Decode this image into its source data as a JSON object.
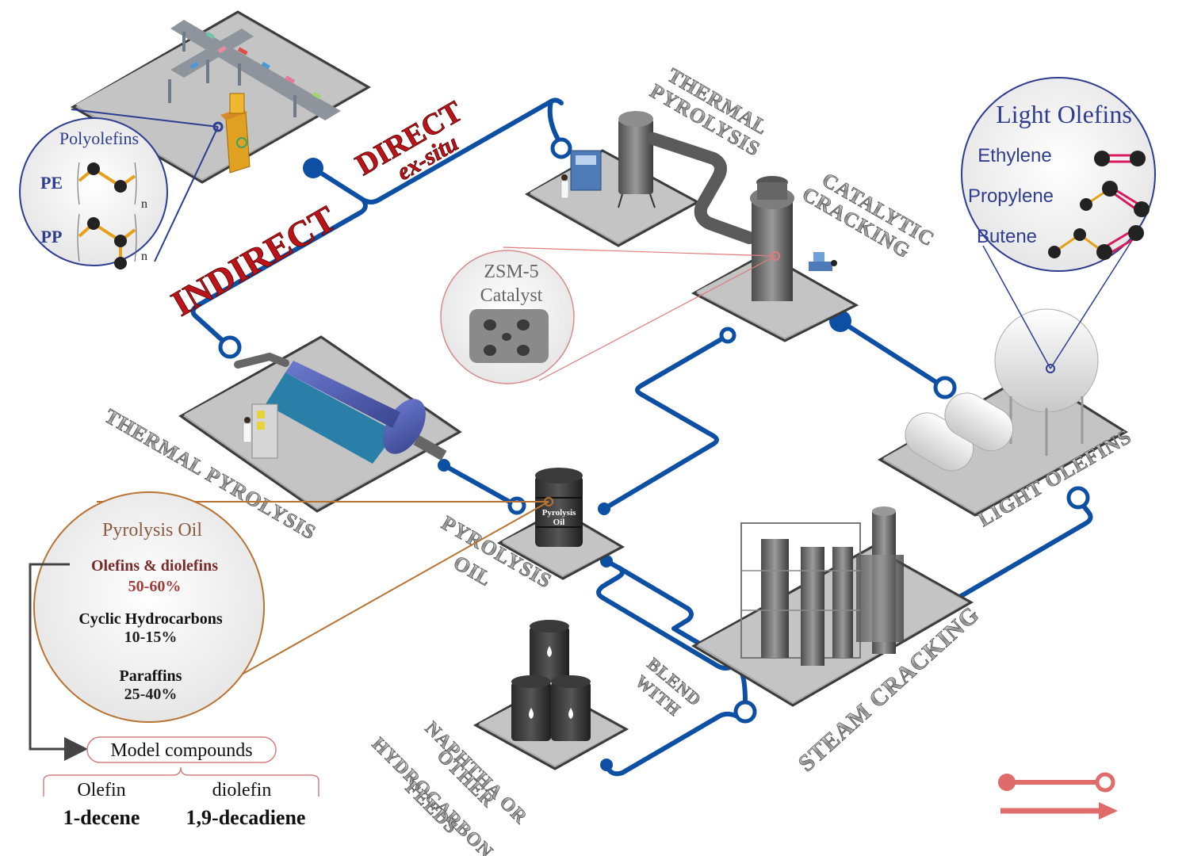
{
  "routes": {
    "indirect": "INDIRECT",
    "direct": "DIRECT",
    "direct_sub": "ex-situ"
  },
  "process_labels": {
    "thermal_pyrolysis_top_line1": "THERMAL",
    "thermal_pyrolysis_top_line2": "PYROLYSIS",
    "catalytic_cracking_line1": "CATALYTIC",
    "catalytic_cracking_line2": "CRACKING",
    "thermal_pyrolysis_left": "THERMAL PYROLYSIS",
    "pyrolysis_oil_line1": "PYROLYSIS",
    "pyrolysis_oil_line2": "OIL",
    "light_olefins": "LIGHT OLEFINS",
    "steam_cracking": "STEAM CRACKING",
    "blend_line1": "BLEND",
    "blend_line2": "WITH",
    "naphtha_line1": "NAPHTHA OR",
    "naphtha_line2": "OTHER",
    "naphtha_line3": "HYDROCARBON",
    "naphtha_line4": "FEEDS"
  },
  "barrel_label": {
    "line1": "Pyrolysis",
    "line2": "Oil"
  },
  "polyolefins_callout": {
    "title": "Polyolefins",
    "items": [
      {
        "label": "PE",
        "subscript": "n"
      },
      {
        "label": "PP",
        "subscript": "n"
      }
    ]
  },
  "light_olefins_callout": {
    "title": "Light Olefins",
    "items": [
      {
        "label": "Ethylene"
      },
      {
        "label": "Propylene"
      },
      {
        "label": "Butene"
      }
    ]
  },
  "catalyst_callout": {
    "line1": "ZSM-5",
    "line2": "Catalyst"
  },
  "pyrolysis_oil_callout": {
    "title": "Pyrolysis Oil",
    "components": [
      {
        "name": "Olefins & diolefins",
        "range": "50-60%"
      },
      {
        "name": "Cyclic Hydrocarbons",
        "range": "10-15%"
      },
      {
        "name": "Paraffins",
        "range": "25-40%"
      }
    ]
  },
  "model_compounds": {
    "title": "Model compounds",
    "olefin_label": "Olefin",
    "olefin_compound": "1-decene",
    "diolefin_label": "diolefin",
    "diolefin_compound": "1,9-decadiene"
  },
  "colors": {
    "pipe_blue": "#0d4fa3",
    "route_red": "#b8141a",
    "legend_coral": "#e06b6b",
    "callout_navy": "#2e3d8f",
    "callout_brown": "#b87333",
    "olefin_maroon": "#7a2a2a"
  }
}
